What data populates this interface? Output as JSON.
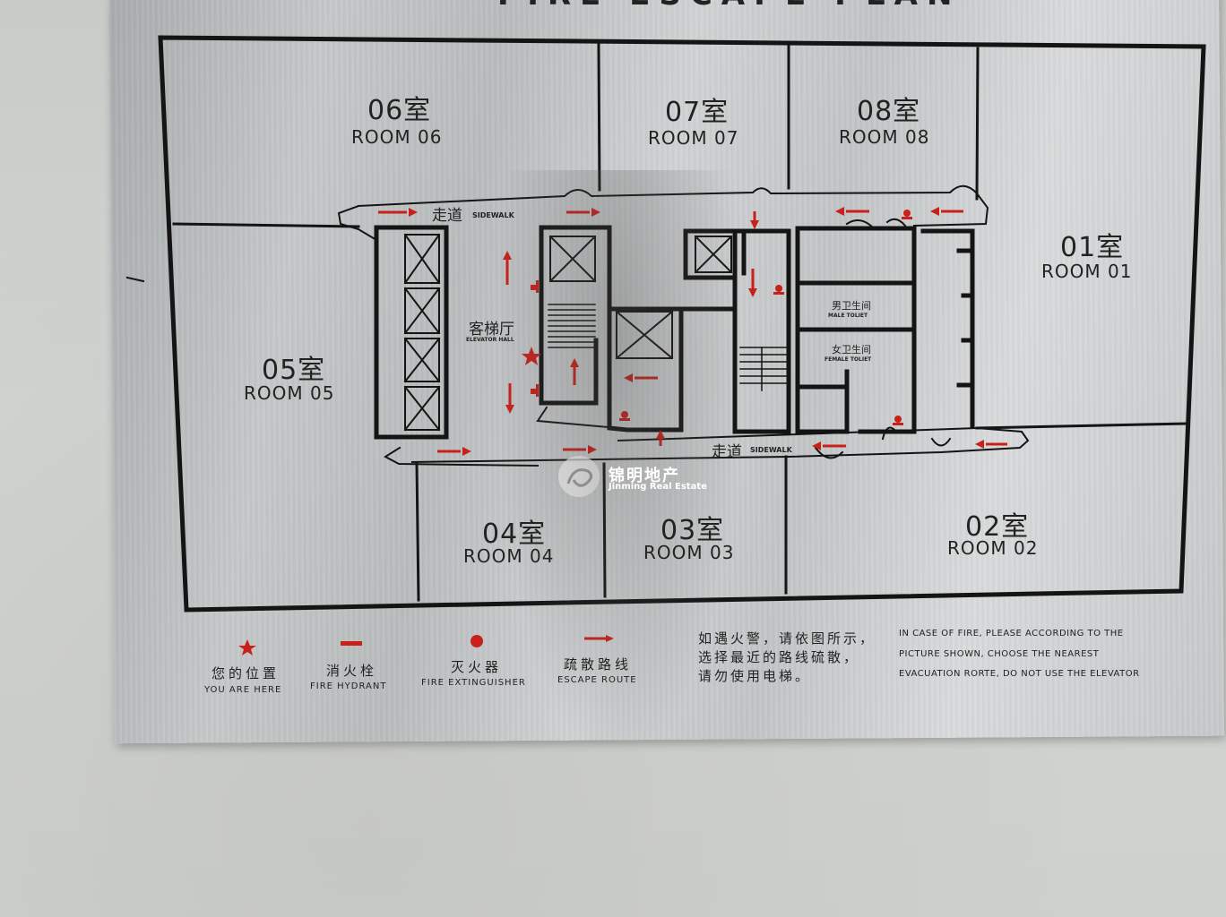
{
  "plate": {
    "title": "FIRE ESCAPE PLAN"
  },
  "rooms": [
    {
      "cn": "06室",
      "en": "ROOM 06"
    },
    {
      "cn": "07室",
      "en": "ROOM 07"
    },
    {
      "cn": "08室",
      "en": "ROOM 08"
    },
    {
      "cn": "01室",
      "en": "ROOM 01"
    },
    {
      "cn": "05室",
      "en": "ROOM 05"
    },
    {
      "cn": "04室",
      "en": "ROOM 04"
    },
    {
      "cn": "03室",
      "en": "ROOM 03"
    },
    {
      "cn": "02室",
      "en": "ROOM 02"
    }
  ],
  "labels": {
    "sidewalk_cn": "走道",
    "sidewalk_en": "SIDEWALK",
    "elevator_hall_cn": "客梯厅",
    "elevator_hall_en": "ELEVATOR HALL",
    "male_toilet_cn": "男卫生间",
    "male_toilet_en": "MALE TOLIET",
    "female_toilet_cn": "女卫生间",
    "female_toilet_en": "FEMALE TOLIET"
  },
  "legend": [
    {
      "cn": "您的位置",
      "en": "YOU ARE HERE",
      "icon": "star-icon",
      "color": "#c8201a"
    },
    {
      "cn": "消火栓",
      "en": "FIRE HYDRANT",
      "icon": "bar-icon",
      "color": "#c8201a"
    },
    {
      "cn": "灭火器",
      "en": "FIRE EXTINGUISHER",
      "icon": "dot-icon",
      "color": "#c8201a"
    },
    {
      "cn": "疏散路线",
      "en": "ESCAPE ROUTE",
      "icon": "arrow-icon",
      "color": "#c8201a"
    }
  ],
  "notice": {
    "cn_line1": "如遇火警，请依图所示，",
    "cn_line2": "选择最近的路线硫散，",
    "cn_line3": "请勿使用电梯。",
    "en_line1": "IN CASE OF FIRE, PLEASE ACCORDING TO THE",
    "en_line2": "PICTURE SHOWN, CHOOSE THE NEAREST",
    "en_line3": "EVACUATION RORTE, DO NOT USE THE ELEVATOR"
  },
  "watermark": {
    "cn": "锦明地产",
    "en": "Jinming Real Estate"
  },
  "colors": {
    "line": "#141414",
    "red": "#c8201a",
    "plate": "#c4c7c8"
  }
}
